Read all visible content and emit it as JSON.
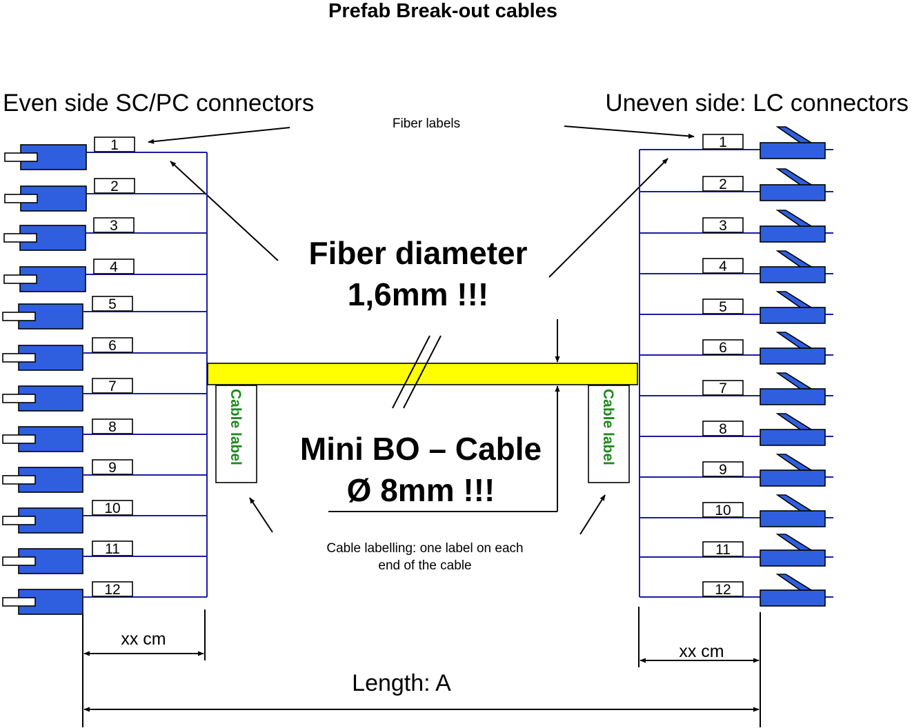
{
  "title": "Prefab Break-out cables",
  "left_side_label": "Even side SC/PC connectors",
  "right_side_label": "Uneven side: LC connectors",
  "fiber_labels_note": "Fiber labels",
  "fiber_diameter_line1": "Fiber diameter",
  "fiber_diameter_line2": "1,6mm !!!",
  "cable_name_line1": "Mini BO – Cable",
  "cable_name_line2": "Ø 8mm !!!",
  "cable_label_text": "Cable label",
  "cable_labelling_line1": "Cable labelling: one label on each",
  "cable_labelling_line2": "end of the cable",
  "left_length_label": "xx cm",
  "right_length_label": "xx cm",
  "total_length_label": "Length: A",
  "fiber_numbers": [
    "1",
    "2",
    "3",
    "4",
    "5",
    "6",
    "7",
    "8",
    "9",
    "10",
    "11",
    "12"
  ],
  "colors": {
    "connector_fill": "#2f5fde",
    "fiber_line": "#1a1aa8",
    "cable_fill": "#ffff00",
    "cable_label_text": "#1d8a1d"
  },
  "icons": {
    "left_connector": "sc-pc-connector-icon",
    "right_connector": "lc-connector-icon"
  }
}
